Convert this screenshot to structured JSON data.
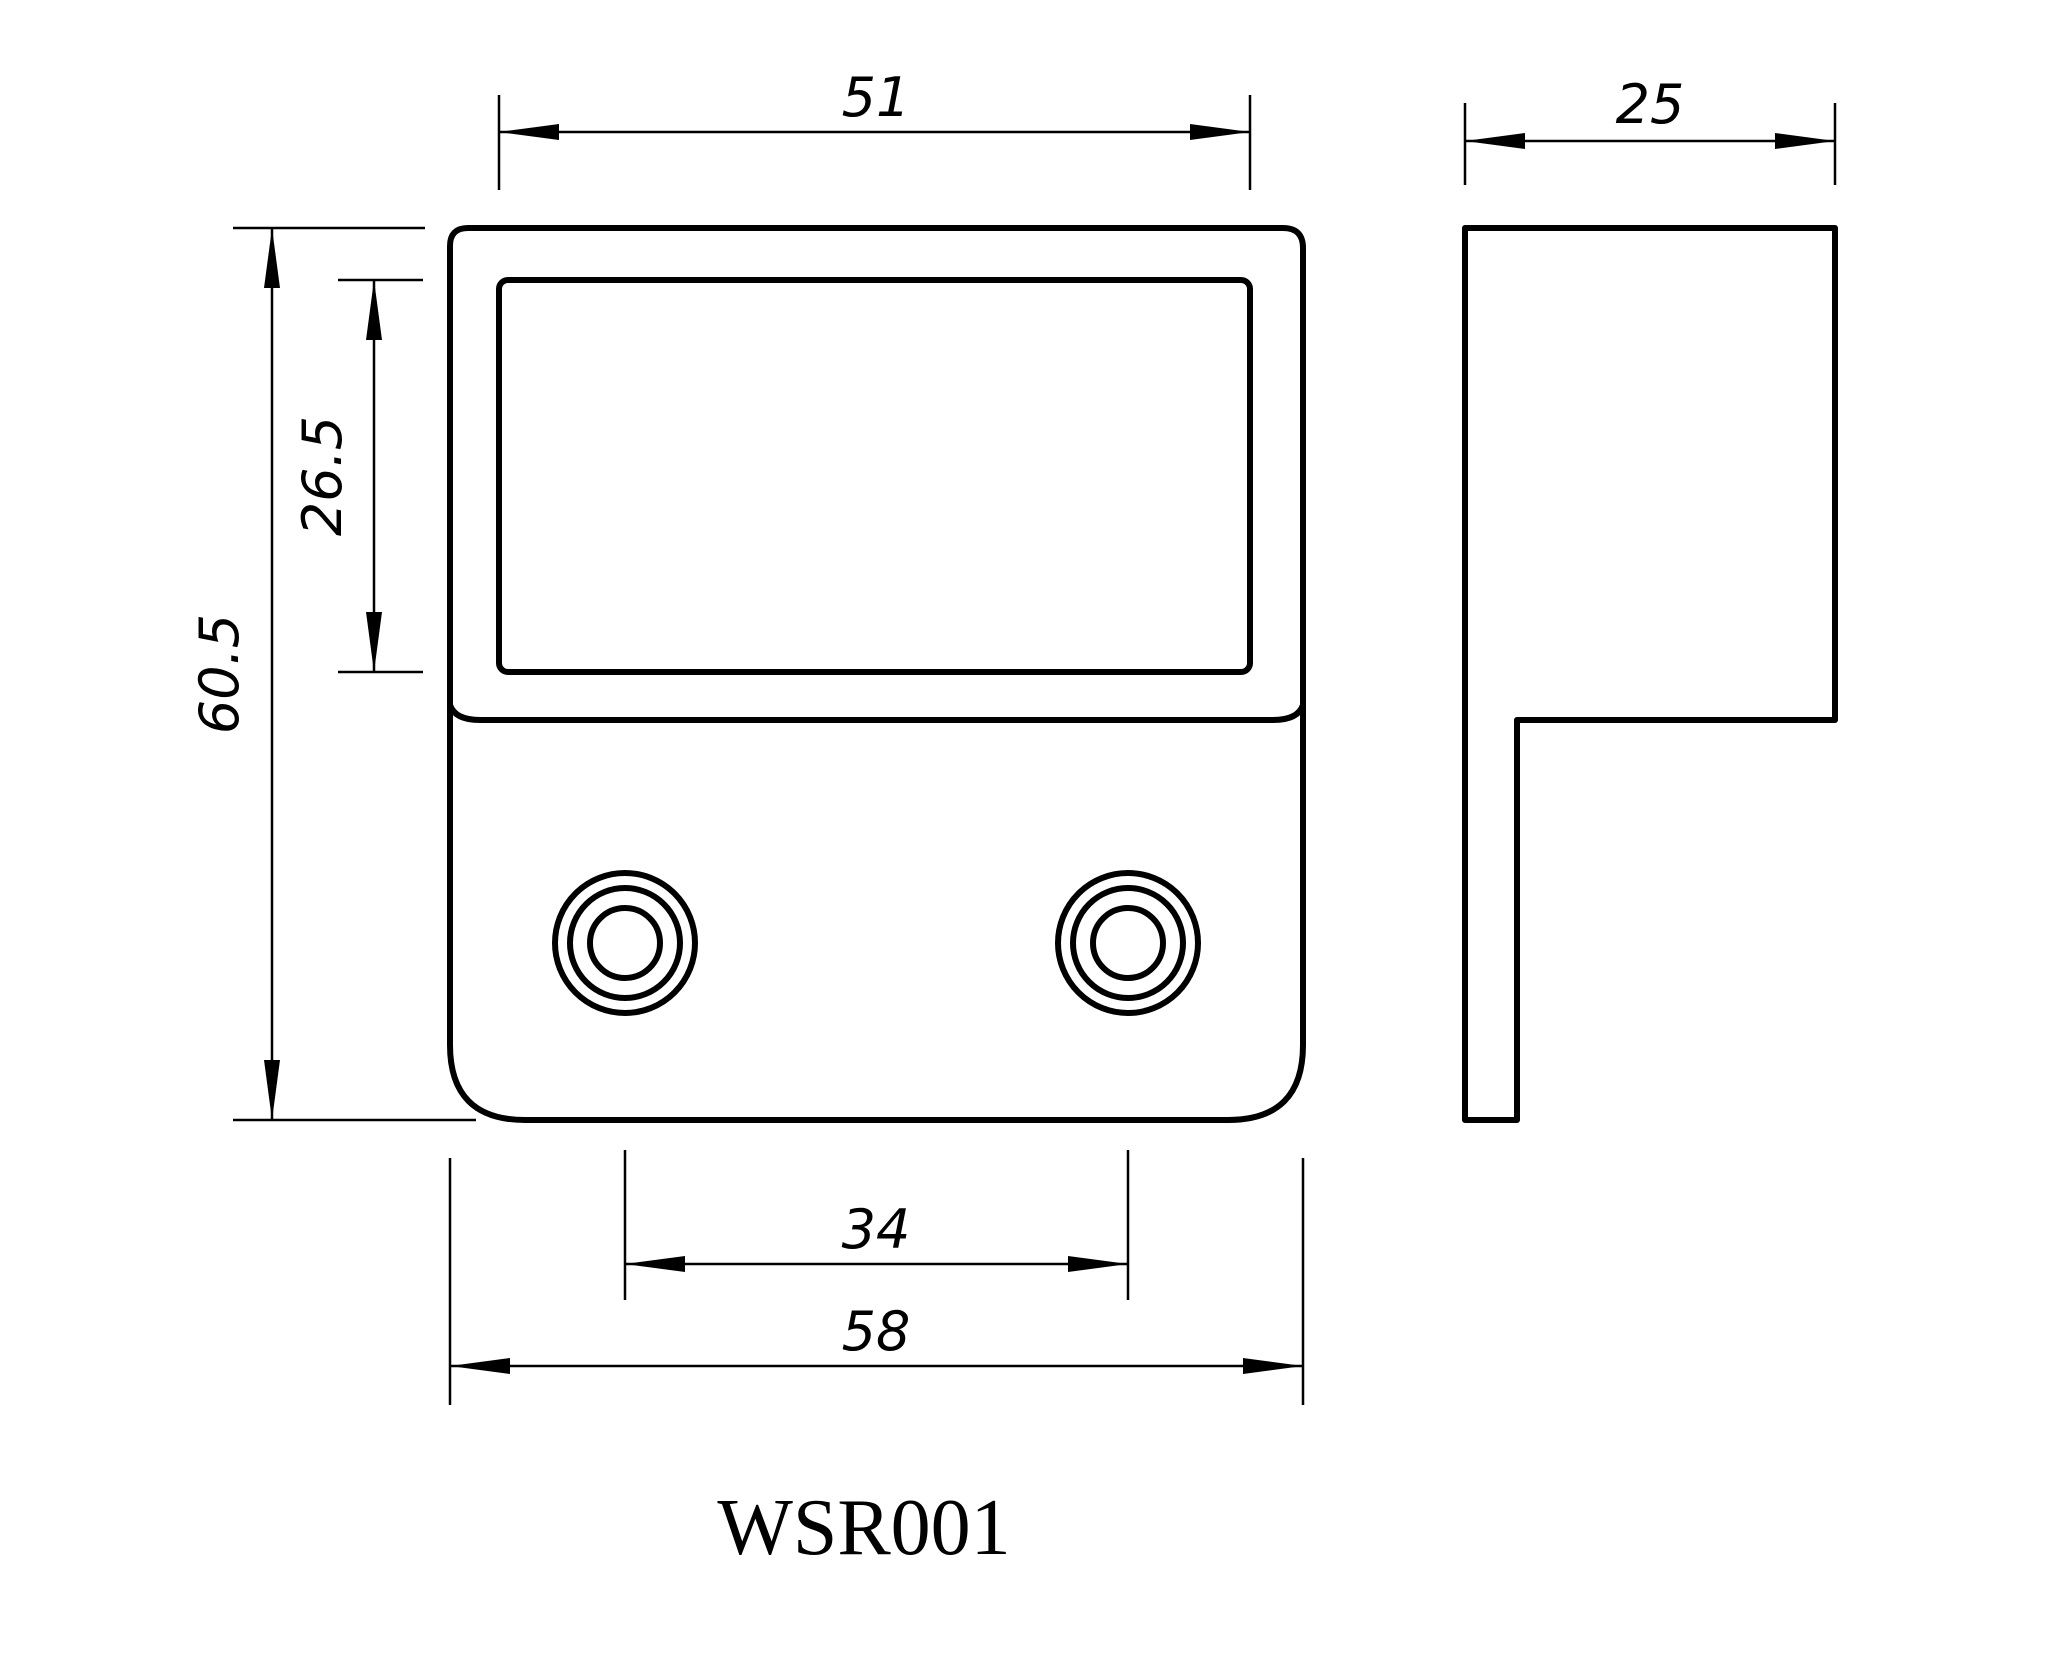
{
  "drawing": {
    "model": "WSR001",
    "dimensions": {
      "front_top_width": "51",
      "front_total_height": "60.5",
      "window_height": "26.5",
      "hole_spacing": "34",
      "front_bottom_width": "58",
      "side_depth": "25"
    },
    "stroke_color": "#000000",
    "background_color": "#ffffff"
  }
}
